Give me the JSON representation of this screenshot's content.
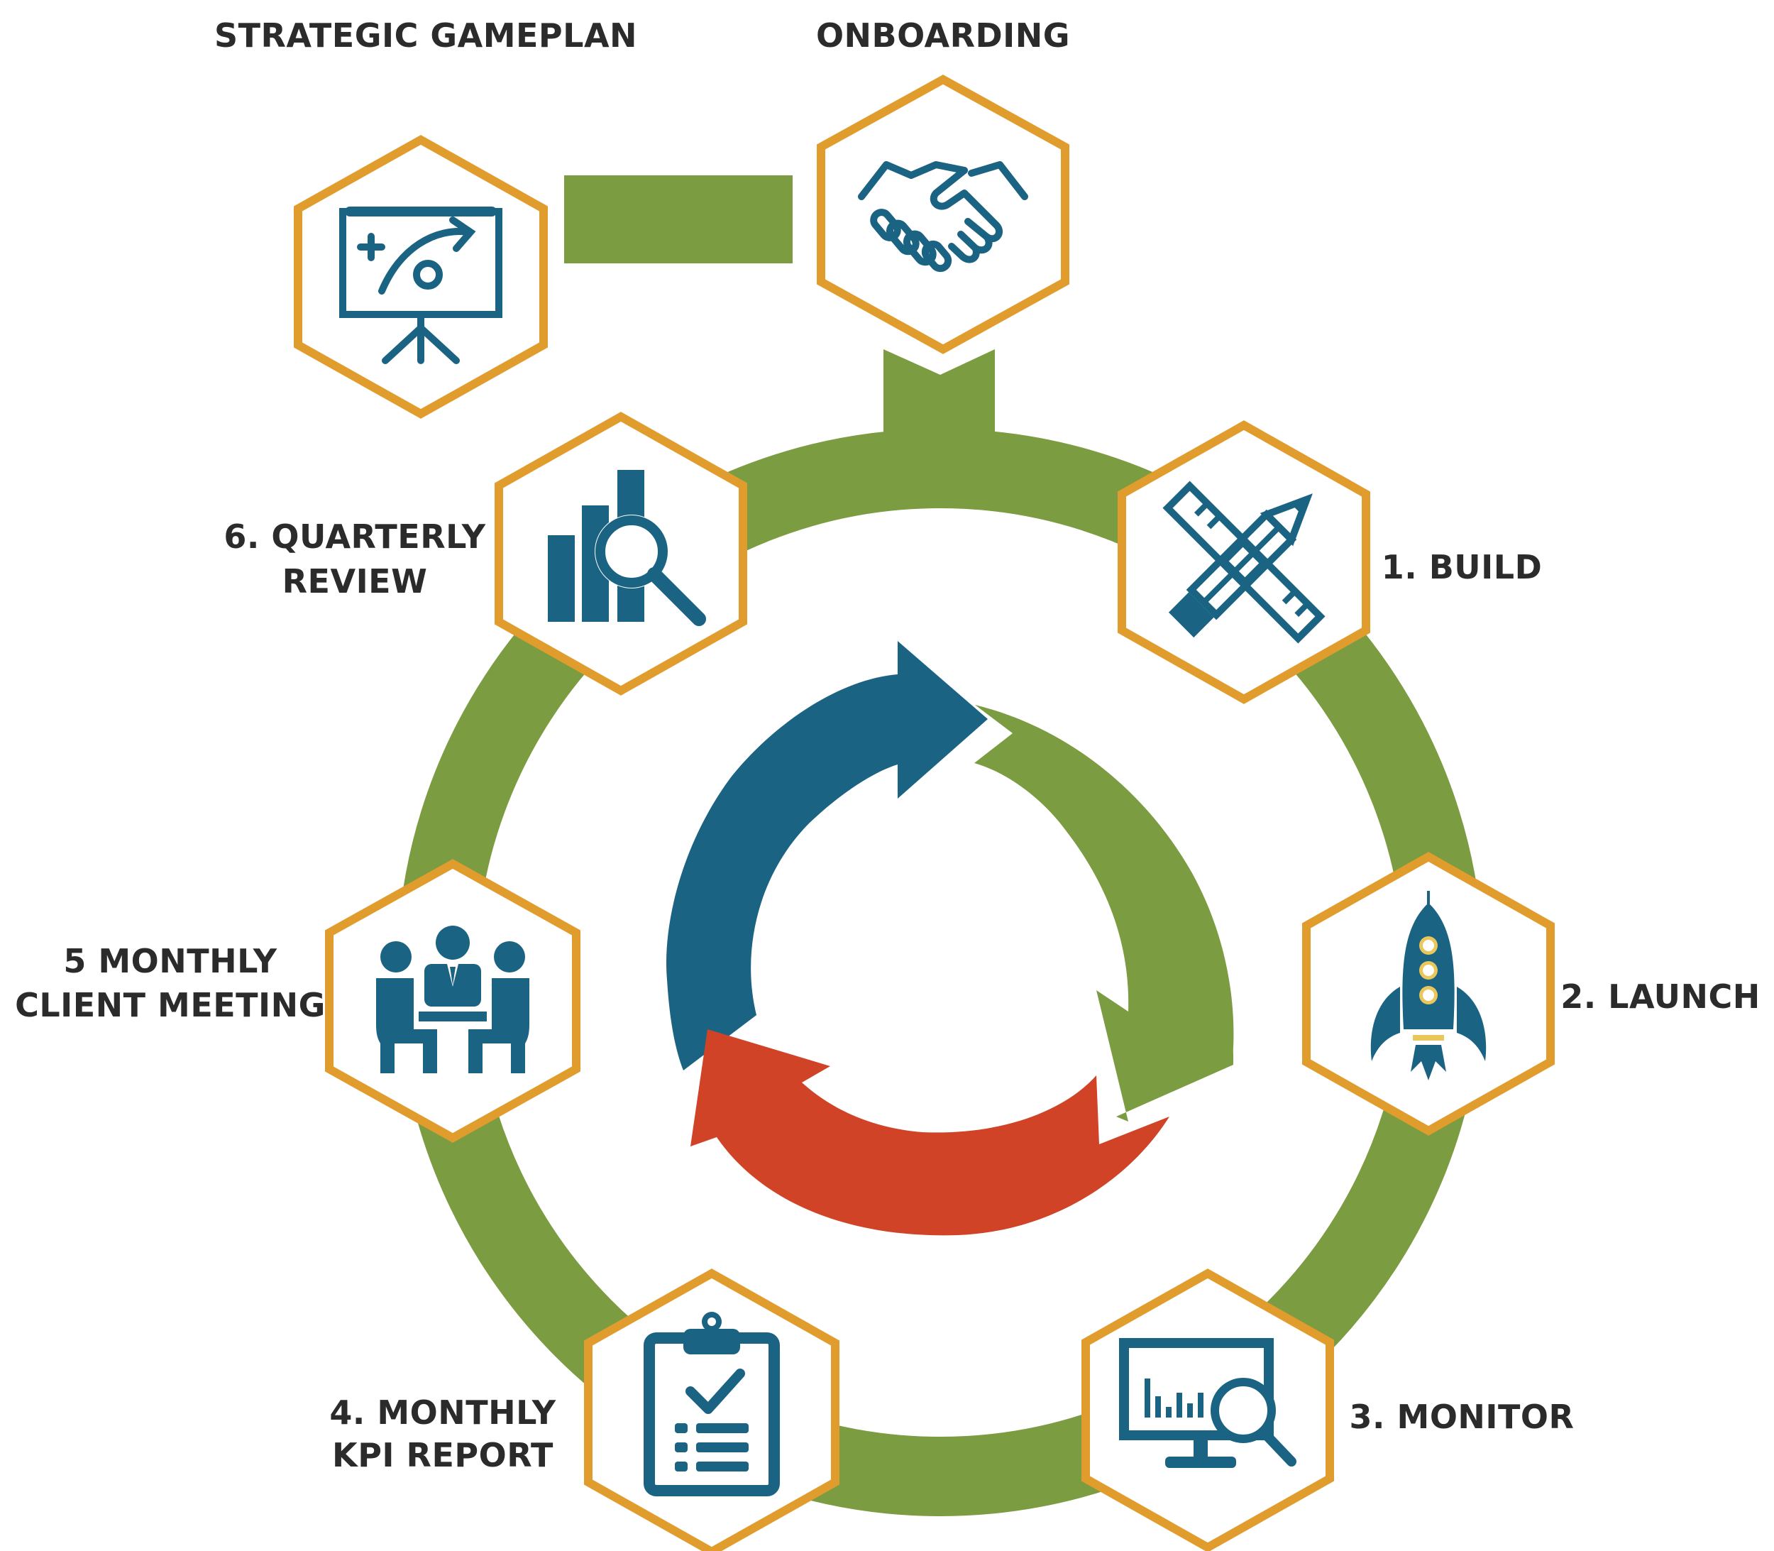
{
  "colors": {
    "ring": "#7b9c41",
    "hexagon_border": "#e09d2e",
    "icon": "#1b6383",
    "arrow_blue": "#1b6383",
    "arrow_green": "#7b9c41",
    "arrow_red": "#d04327",
    "label": "#2b2b2b"
  },
  "steps": {
    "strategic_gameplan": {
      "title": "STRATEGIC GAMEPLAN",
      "icon": "presentation-strategy-icon"
    },
    "onboarding": {
      "title": "ONBOARDING",
      "icon": "handshake-icon"
    },
    "build": {
      "title": "1. BUILD",
      "icon": "pencil-ruler-icon"
    },
    "launch": {
      "title": "2. LAUNCH",
      "icon": "rocket-icon"
    },
    "monitor": {
      "title": "3. MONITOR",
      "icon": "monitor-analytics-icon"
    },
    "kpi_report": {
      "line1": "4. MONTHLY",
      "line2": "KPI REPORT",
      "icon": "clipboard-checklist-icon"
    },
    "client_meeting": {
      "line1": "5 MONTHLY",
      "line2": "CLIENT MEETING",
      "icon": "meeting-people-icon"
    },
    "quarterly_review": {
      "line1": "6. QUARTERLY",
      "line2": "REVIEW",
      "icon": "chart-magnifier-icon"
    }
  }
}
